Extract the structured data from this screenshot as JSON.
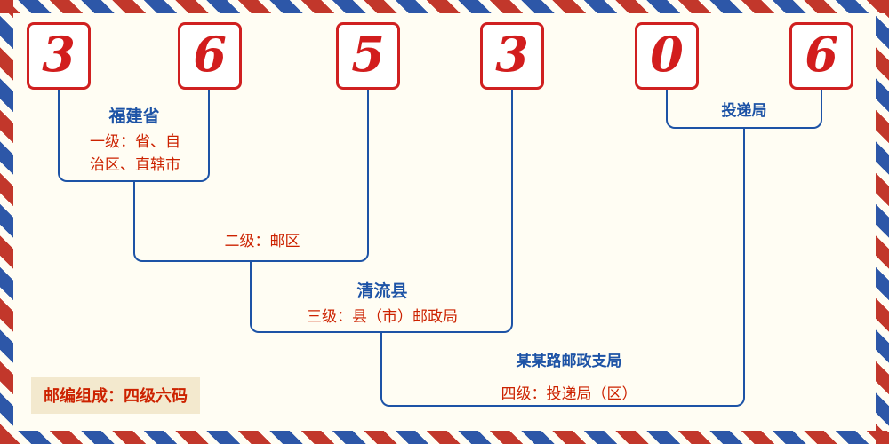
{
  "postal_code": {
    "digits": [
      "3",
      "6",
      "5",
      "3",
      "0",
      "6"
    ]
  },
  "labels": {
    "level1_place": "福建省",
    "level1_desc": "一级：省、自治区、直辖市",
    "level2_desc": "二级：邮区",
    "level3_place": "清流县",
    "level3_desc": "三级：县（市）邮政局",
    "level4_place": "某某路邮政支局",
    "level4_desc": "四级：投递局（区）",
    "delivery_label": "投递局",
    "composition": "邮编组成：四级六码"
  },
  "colors": {
    "digit_red": "#d21d1d",
    "label_red": "#cc2200",
    "line_blue": "#1d53a6",
    "stripe_red": "#c2372b",
    "stripe_blue": "#2d57a8",
    "background": "#fffdf3",
    "badge_background": "#f3e9ce"
  }
}
